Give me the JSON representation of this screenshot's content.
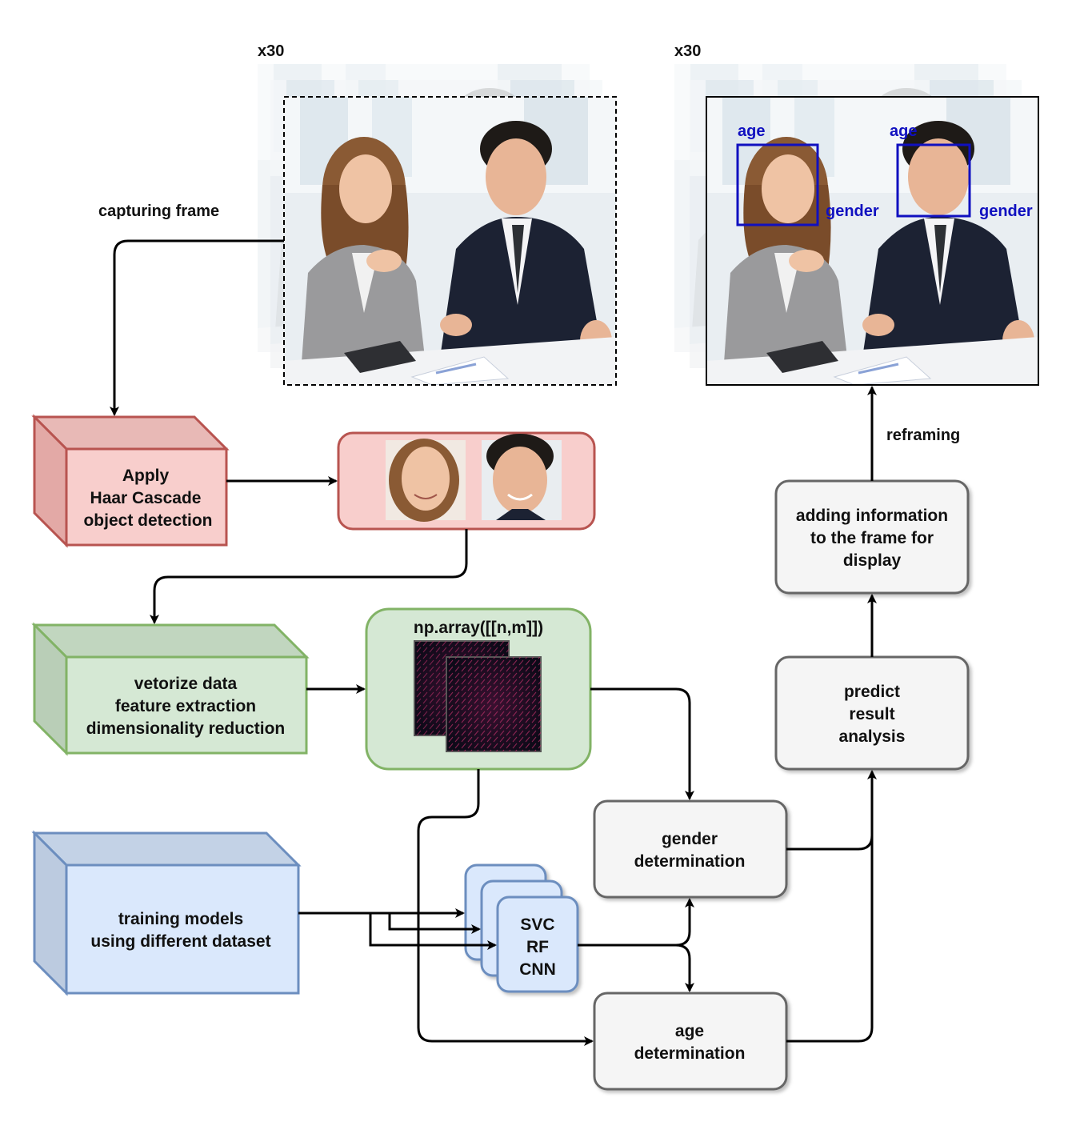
{
  "labels": {
    "x30_left": "x30",
    "x30_right": "x30",
    "capturing_frame": "capturing frame",
    "reframing": "reframing",
    "np_array": "np.array([[n,m]])"
  },
  "nodes": {
    "haar": [
      "Apply",
      "Haar Cascade",
      "object detection"
    ],
    "vectorize": [
      "vetorize data",
      "feature extraction",
      "dimensionality reduction"
    ],
    "training": [
      "training models",
      "using different dataset"
    ],
    "models": [
      "SVC",
      "RF",
      "CNN"
    ],
    "gender": [
      "gender",
      "determination"
    ],
    "age": [
      "age",
      "determination"
    ],
    "predict": [
      "predict",
      "result",
      "analysis"
    ],
    "adding": [
      "adding information",
      "to the frame for",
      "display"
    ]
  },
  "annotations": {
    "age_1": "age",
    "gender_1": "gender",
    "age_2": "age",
    "gender_2": "gender"
  },
  "colors": {
    "red_fill": "#f8cecc",
    "red_stroke": "#b85450",
    "green_fill": "#d5e8d4",
    "green_stroke": "#82b366",
    "blue_fill": "#dae8fc",
    "blue_stroke": "#6c8ebf",
    "gray_fill": "#f5f5f5",
    "gray_stroke": "#666666",
    "annotation_blue": "#1010c0"
  }
}
